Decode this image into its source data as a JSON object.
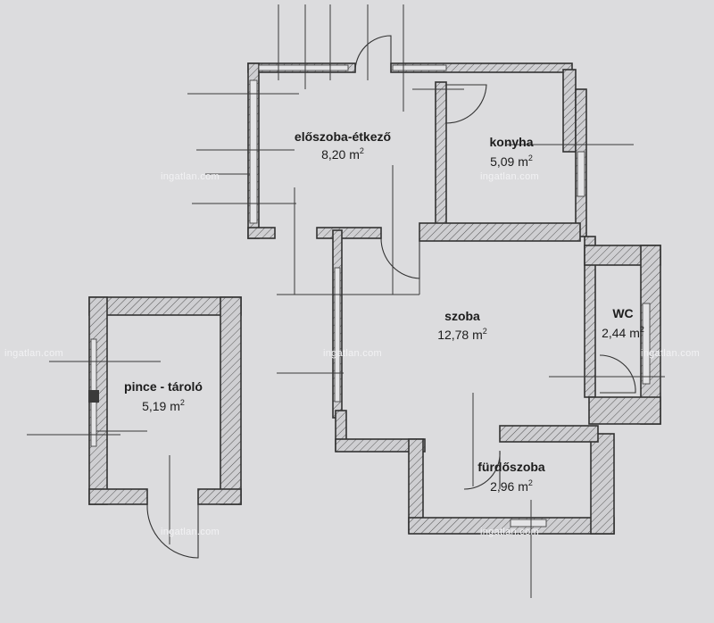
{
  "rooms": {
    "eloszoba": {
      "name": "előszoba-étkező",
      "area": "8,20 m",
      "unit_sup": "2"
    },
    "konyha": {
      "name": "konyha",
      "area": "5,09 m",
      "unit_sup": "2"
    },
    "szoba": {
      "name": "szoba",
      "area": "12,78 m",
      "unit_sup": "2"
    },
    "wc": {
      "name": "WC",
      "area": "2,44 m",
      "unit_sup": "2"
    },
    "furdo": {
      "name": "fürdőszoba",
      "area": "2,96 m",
      "unit_sup": "2"
    },
    "pince": {
      "name": "pince - tároló",
      "area": "5,19 m",
      "unit_sup": "2"
    }
  },
  "watermark": "ingatlan.com"
}
